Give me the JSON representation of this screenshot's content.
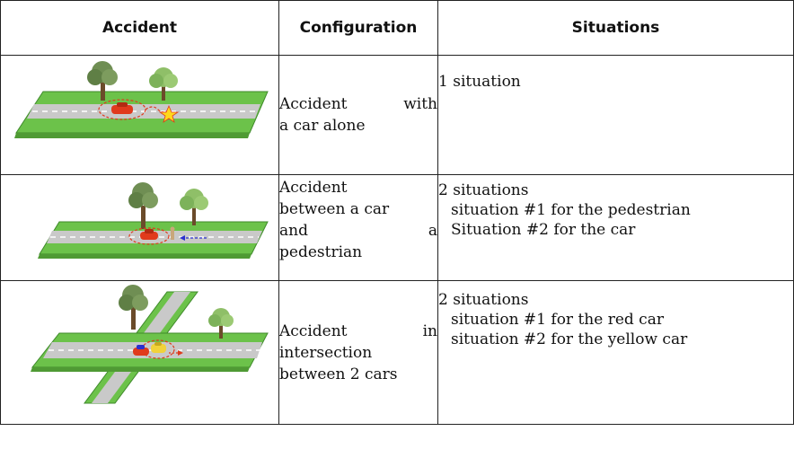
{
  "table": {
    "headers": {
      "accident": "Accident",
      "configuration": "Configuration",
      "situations": "Situations"
    },
    "rows": [
      {
        "config_line1_a": "Accident",
        "config_line1_b": "with",
        "config_line2": "a car alone",
        "situation_title": "1 situation"
      },
      {
        "config_line1": "Accident",
        "config_line2": "between a car",
        "config_line3_a": "and",
        "config_line3_b": "a",
        "config_line4": "pedestrian",
        "situation_title": "2 situations",
        "sub1": "situation #1 for the pedestrian",
        "sub2": "Situation #2 for the car"
      },
      {
        "config_line1_a": "Accident",
        "config_line1_b": "in",
        "config_line2": "intersection",
        "config_line3": "between 2 cars",
        "situation_title": "2 situations",
        "sub1": "situation #1 for the red car",
        "sub2": "situation #2 for the yellow car"
      }
    ]
  },
  "colors": {
    "grass": "#6cc24a",
    "road": "#c9c9c9",
    "red_car": "#e03a1c",
    "yellow_car": "#f1d23a"
  },
  "icons": [
    "tree-icon",
    "road-scene-icon",
    "car-icon",
    "pedestrian-icon",
    "star-icon"
  ]
}
